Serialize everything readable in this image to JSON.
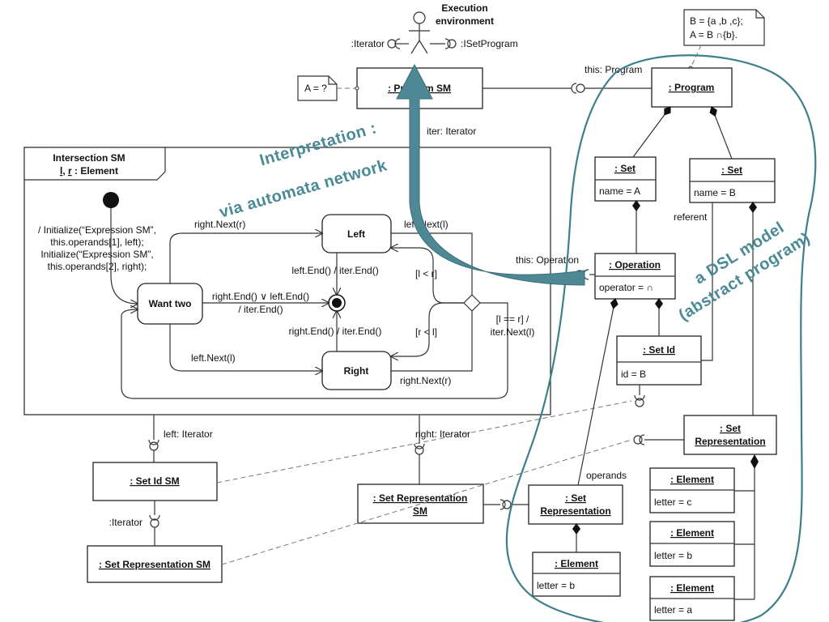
{
  "actor": {
    "label_line1": "Execution",
    "label_line2": "environment",
    "iterator_port": ":Iterator",
    "isetprogram_port": ":ISetProgram"
  },
  "program_sm": {
    "title": ": Program SM",
    "note": "A = ?",
    "iter_port": "iter: Iterator",
    "this_program_port": "this: Program"
  },
  "note_b": {
    "line1": "B = {a ,b ,c};",
    "line2": "A = B ∩{b}."
  },
  "intersection_sm": {
    "title": "Intersection SM",
    "params_l": "l",
    "params_sep": ", ",
    "params_r": "r",
    "params_type": " : Element",
    "init_lines": [
      "/ Initialize(“Expression SM”,",
      "this.operands[1], left);",
      "Initialize(“Expression SM”,",
      "this.operands[2], right);"
    ],
    "states": {
      "want_two": "Want two",
      "left": "Left",
      "right": "Right"
    },
    "transitions": {
      "right_next_r_top": "right.Next(r)",
      "left_next_l_top": "left.Next(l)",
      "left_end_iter_end": "left.End() / iter.End()",
      "right_end_or_left_end_1": "right.End() ∨ left.End()",
      "right_end_or_left_end_2": "/ iter.End()",
      "right_end_iter_end": "right.End() / iter.End()",
      "left_next_l_bottom": "left.Next(l)",
      "right_next_r_bottom": "right.Next(r)",
      "l_lt_r": "[l < r]",
      "r_lt_l": "[r < l]",
      "l_eq_r_1": "[l == r] /",
      "l_eq_r_2": "iter.Next(l)"
    },
    "left_port": "left: Iterator",
    "right_port": "right: Iterator"
  },
  "set_id_sm": {
    "title": ": Set Id SM",
    "port": ":Iterator"
  },
  "set_rep_sm_bottom": {
    "title": ": Set Representation SM"
  },
  "set_rep_sm_mid": {
    "title_line1": ": Set Representation",
    "title_line2": "SM"
  },
  "model": {
    "program": ": Program",
    "set_a": {
      "title": ": Set",
      "attr": "name = A"
    },
    "set_b": {
      "title": ": Set",
      "attr": "name = B"
    },
    "referent": "referent",
    "operation": {
      "title": ": Operation",
      "attr": "operator = ∩",
      "port": "this: Operation"
    },
    "set_id": {
      "title": ": Set Id",
      "attr": "id = B"
    },
    "set_rep_right": {
      "title_line1": ": Set",
      "title_line2": "Representation"
    },
    "operands": "operands",
    "set_rep_mid": {
      "title_line1": ": Set",
      "title_line2": "Representation"
    },
    "element_b_mid": {
      "title": ": Element",
      "attr": "letter = b"
    },
    "element_c": {
      "title": ": Element",
      "attr": "letter = c"
    },
    "element_b": {
      "title": ": Element",
      "attr": "letter = b"
    },
    "element_a": {
      "title": ": Element",
      "attr": "letter = a"
    }
  },
  "annotations": {
    "interpretation_1": "Interpretation :",
    "interpretation_2": "via automata network",
    "dsl_1": "a DSL model",
    "dsl_2": "(abstract program)"
  },
  "colors": {
    "accent_teal": "#4a8a96",
    "arrow_fill": "#4d8894",
    "region_stroke": "#3e7f8c"
  }
}
